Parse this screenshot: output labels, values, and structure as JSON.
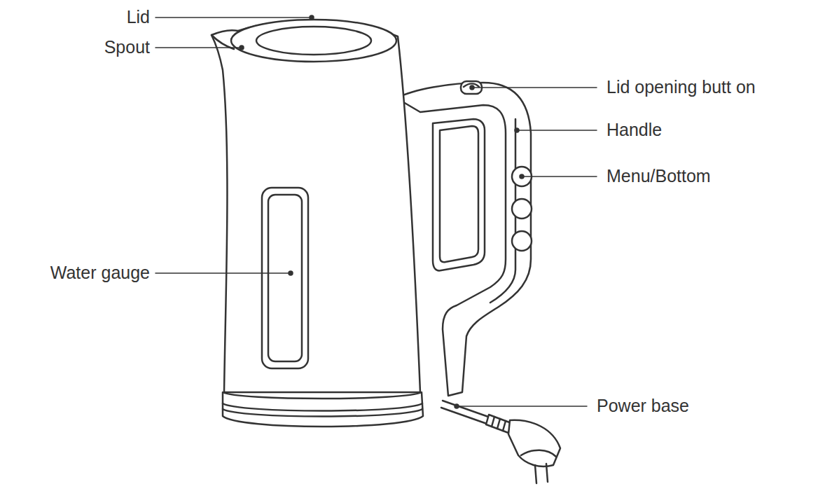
{
  "diagram": {
    "labels": [
      "Lid",
      "Spout",
      "Lid opening butt on",
      "Handle",
      "Menu/Bottom",
      "Water gauge",
      "Power base"
    ]
  }
}
